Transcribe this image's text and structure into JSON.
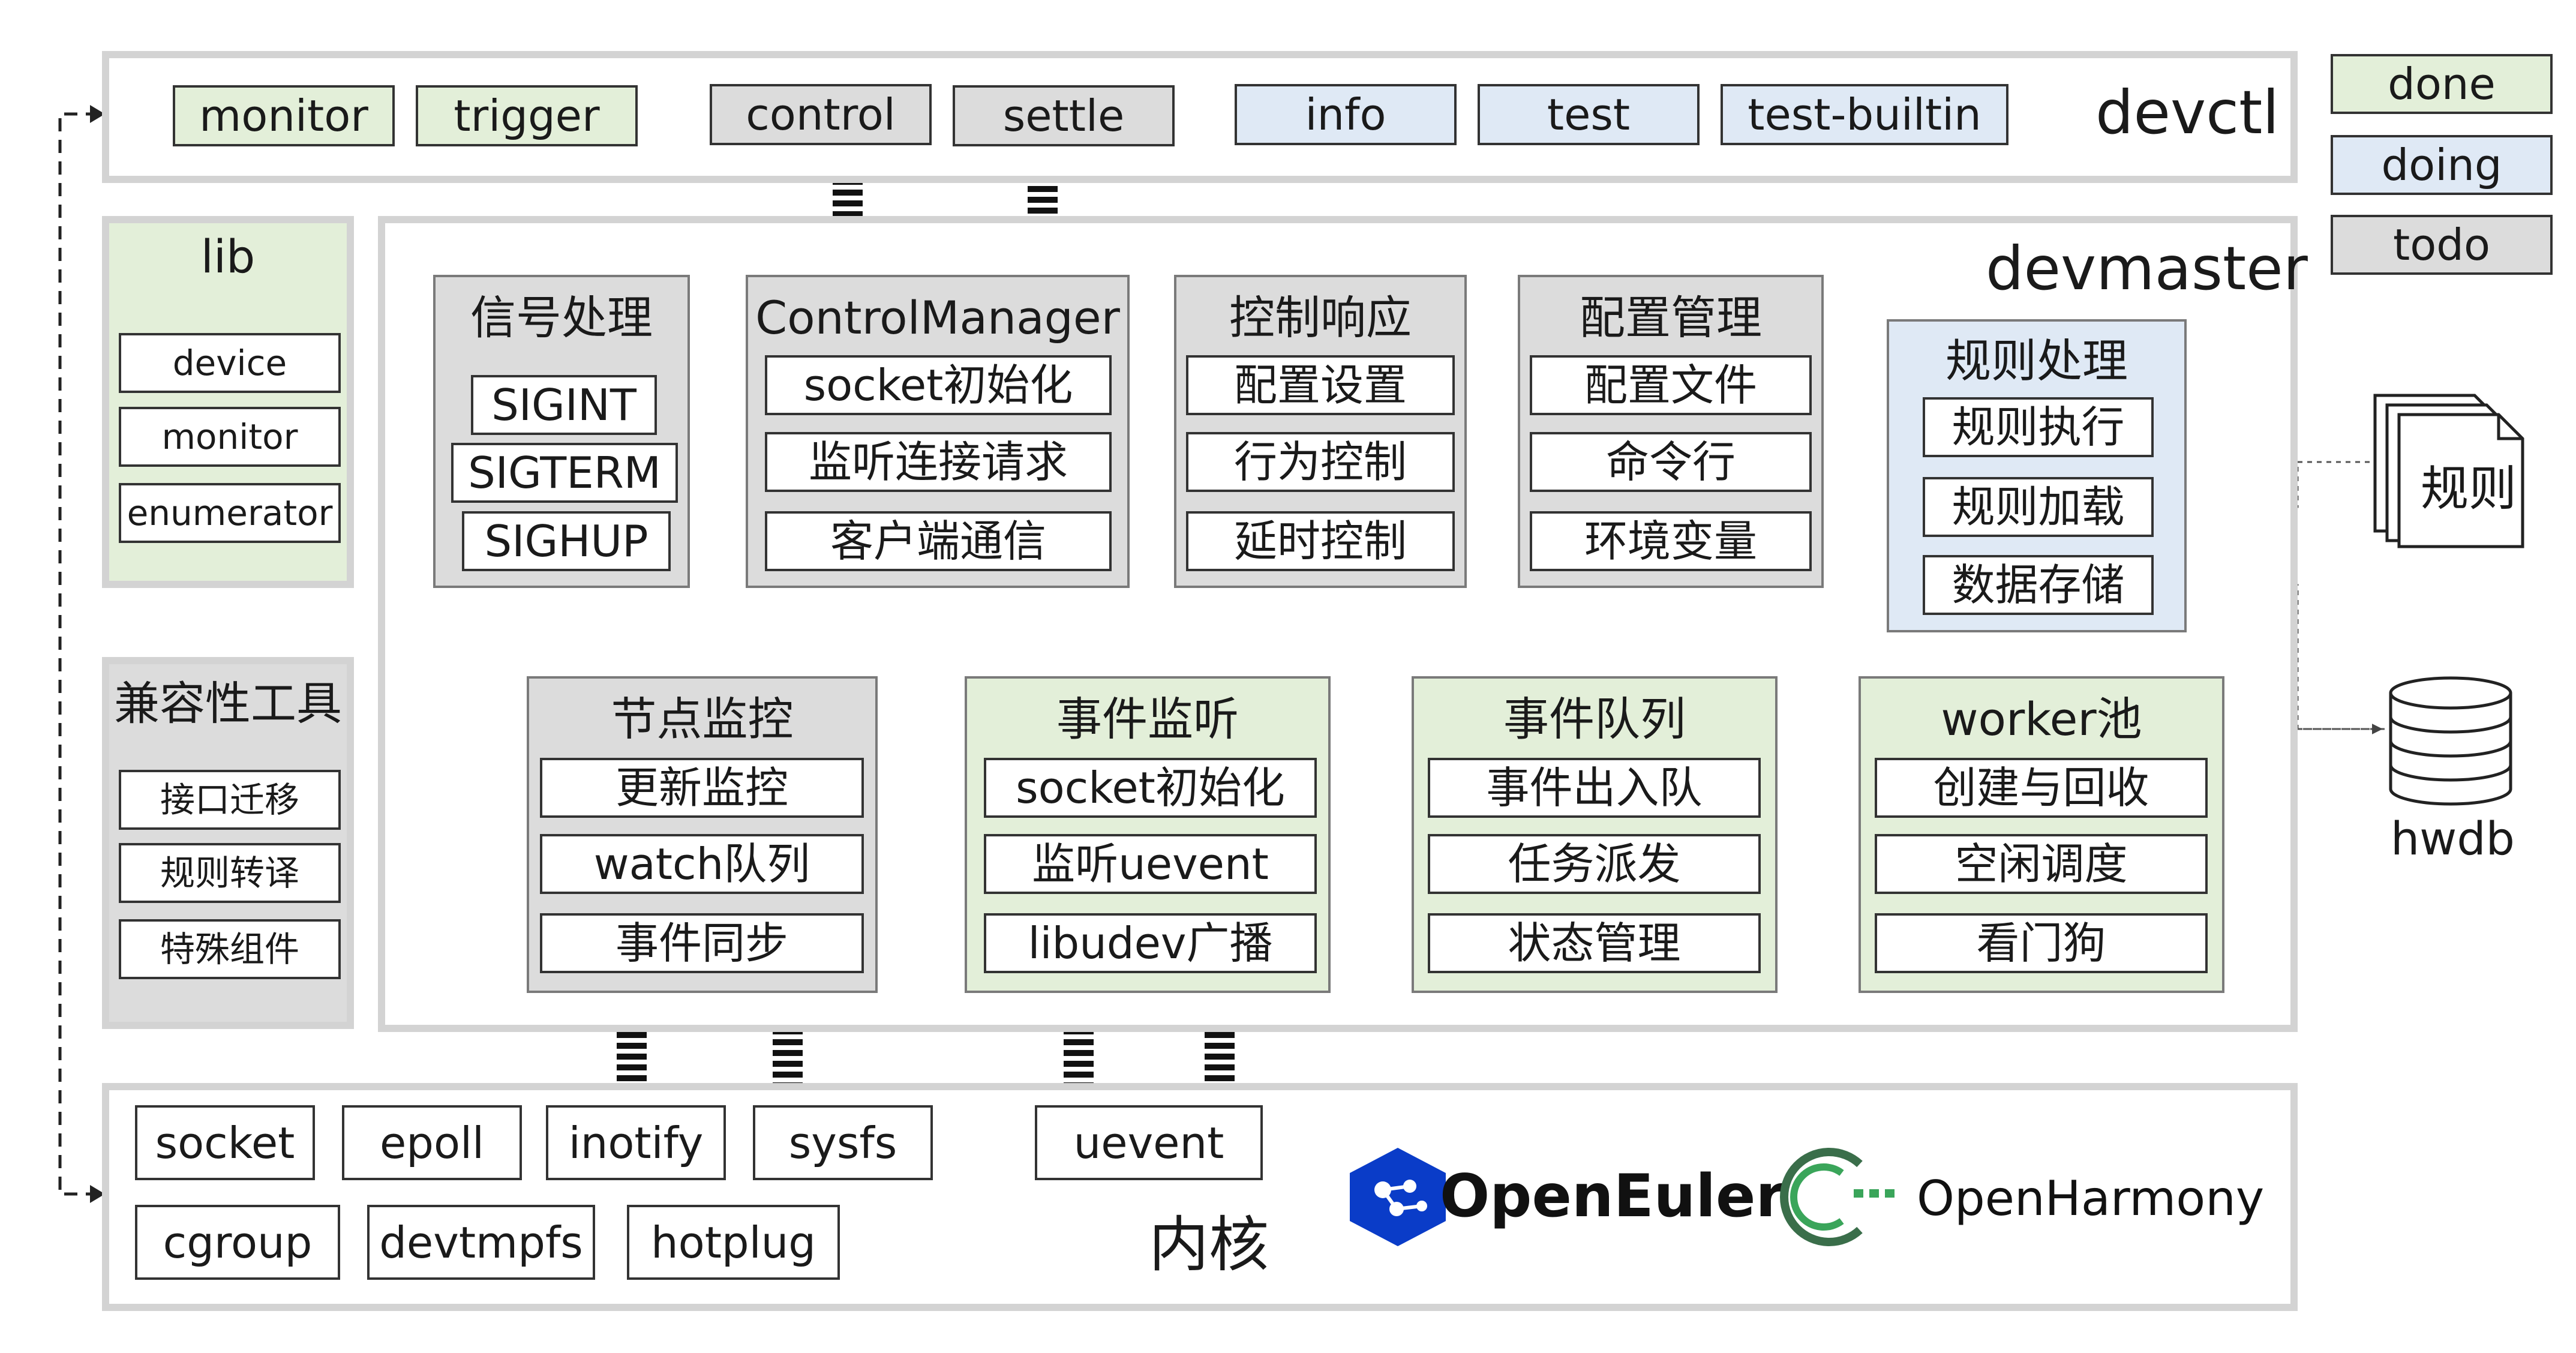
{
  "devctl": {
    "title": "devctl",
    "commands": [
      "monitor",
      "trigger",
      "control",
      "settle",
      "info",
      "test",
      "test-builtin"
    ]
  },
  "legend": {
    "done": "done",
    "doing": "doing",
    "todo": "todo"
  },
  "lib": {
    "title": "lib",
    "items": [
      "device",
      "monitor",
      "enumerator"
    ]
  },
  "compat": {
    "title": "兼容性工具",
    "items": [
      "接口迁移",
      "规则转译",
      "特殊组件"
    ]
  },
  "devmaster": {
    "title": "devmaster",
    "signal": {
      "title": "信号处理",
      "items": [
        "SIGINT",
        "SIGTERM",
        "SIGHUP"
      ]
    },
    "control_manager": {
      "title": "ControlManager",
      "items": [
        "socket初始化",
        "监听连接请求",
        "客户端通信"
      ]
    },
    "control_response": {
      "title": "控制响应",
      "items": [
        "配置设置",
        "行为控制",
        "延时控制"
      ]
    },
    "config": {
      "title": "配置管理",
      "items": [
        "配置文件",
        "命令行",
        "环境变量"
      ]
    },
    "rules": {
      "title": "规则处理",
      "items": [
        "规则执行",
        "规则加载",
        "数据存储"
      ]
    },
    "node_monitor": {
      "title": "节点监控",
      "items": [
        "更新监控",
        "watch队列",
        "事件同步"
      ]
    },
    "event_listen": {
      "title": "事件监听",
      "items": [
        "socket初始化",
        "监听uevent",
        "libudev广播"
      ]
    },
    "event_queue": {
      "title": "事件队列",
      "items": [
        "事件出入队",
        "任务派发",
        "状态管理"
      ]
    },
    "worker_pool": {
      "title": "worker池",
      "items": [
        "创建与回收",
        "空闲调度",
        "看门狗"
      ]
    }
  },
  "external": {
    "rules_file": "规则",
    "hwdb": "hwdb"
  },
  "kernel": {
    "title": "内核",
    "items": [
      "socket",
      "epoll",
      "inotify",
      "sysfs",
      "uevent",
      "cgroup",
      "devtmpfs",
      "hotplug"
    ]
  },
  "logos": {
    "openeuler": "OpenEuler",
    "openharmony": "OpenHarmony"
  },
  "colors": {
    "done": "#e3efd9",
    "doing": "#dfe9f5",
    "todo": "#dcdcdc",
    "frame": "#d3d3d3",
    "border": "#333333",
    "euler_blue": "#0a3cc8",
    "harmony_green": "#3aa55a"
  }
}
